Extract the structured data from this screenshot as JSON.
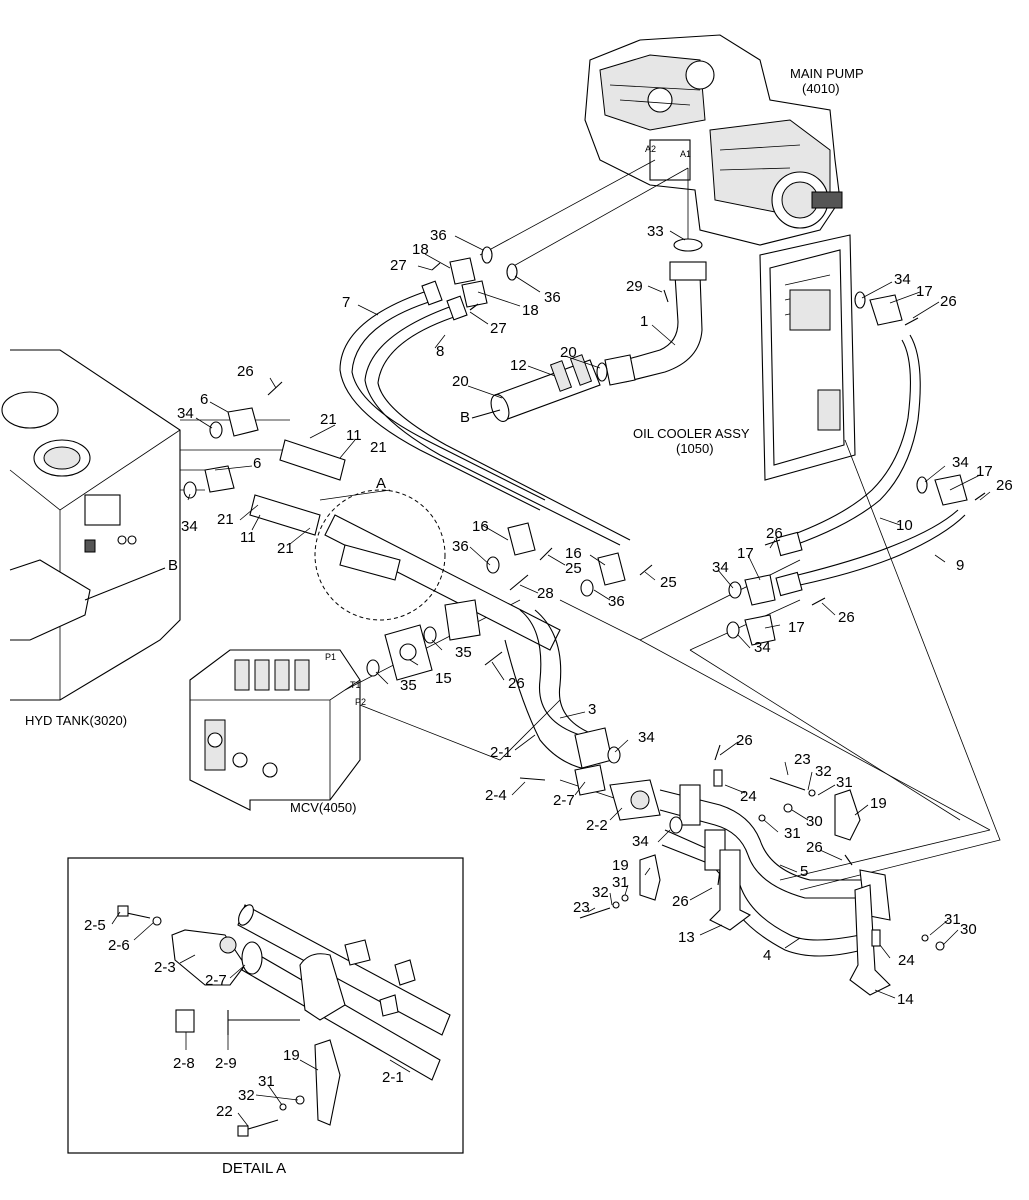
{
  "components": {
    "main_pump": [
      "MAIN PUMP",
      "(4010)"
    ],
    "oil_cooler": [
      "OIL COOLER ASSY",
      "(1050)"
    ],
    "hyd_tank": "HYD TANK(3020)",
    "mcv": "MCV(4050)",
    "detail_title": "DETAIL A",
    "detail_marker": "A",
    "section_marker_b": "B",
    "port_a2": "A2",
    "port_a1": "A1",
    "port_p1": "P1",
    "port_t1": "T1",
    "port_p2": "P2"
  },
  "callouts": {
    "c36a": "36",
    "c36b": "36",
    "c36c": "36",
    "c36d": "36",
    "c33": "33",
    "c29": "29",
    "c18a": "18",
    "c18b": "18",
    "c27a": "27",
    "c27b": "27",
    "c7": "7",
    "c8": "8",
    "c1": "1",
    "c12": "12",
    "c20a": "20",
    "c20b": "20",
    "c34a": "34",
    "c34b": "34",
    "c34c": "34",
    "c34d": "34",
    "c34e": "34",
    "c34f": "34",
    "c34g": "34",
    "c17a": "17",
    "c17b": "17",
    "c17c": "17",
    "c17d": "17",
    "c26a": "26",
    "c26b": "26",
    "c26c": "26",
    "c26d": "26",
    "c26e": "26",
    "c26f": "26",
    "c26g": "26",
    "c26h": "26",
    "c26i": "26",
    "c6a": "6",
    "c6b": "6",
    "c21a": "21",
    "c21b": "21",
    "c21c": "21",
    "c21d": "21",
    "c11a": "11",
    "c11b": "11",
    "c16a": "16",
    "c16b": "16",
    "c25a": "25",
    "c25b": "25",
    "c28": "28",
    "c10": "10",
    "c9": "9",
    "c35a": "35",
    "c35b": "35",
    "c15": "15",
    "c3": "3",
    "c2_1": "2-1",
    "c2_4": "2-4",
    "c2_7": "2-7",
    "c2_2": "2-2",
    "c23a": "23",
    "c23b": "23",
    "c32a": "32",
    "c32b": "32",
    "c32c": "32",
    "c31a": "31",
    "c31b": "31",
    "c31c": "31",
    "c31d": "31",
    "c31e": "31",
    "c30a": "30",
    "c30b": "30",
    "c24a": "24",
    "c24b": "24",
    "c19a": "19",
    "c19b": "19",
    "c19c": "19",
    "c5": "5",
    "c4": "4",
    "c13": "13",
    "c14": "14",
    "d2_5": "2-5",
    "d2_6": "2-6",
    "d2_3": "2-3",
    "d2_7": "2-7",
    "d2_8": "2-8",
    "d2_9": "2-9",
    "d2_1": "2-1",
    "d22": "22"
  }
}
